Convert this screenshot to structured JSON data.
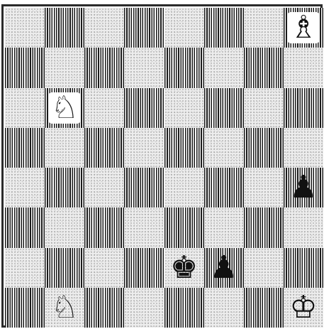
{
  "board": {
    "pieces": [
      {
        "square": "h8",
        "piece": "white-bishop",
        "glyph": "♗",
        "color": "white"
      },
      {
        "square": "b6",
        "piece": "white-knight",
        "glyph": "♘",
        "color": "white"
      },
      {
        "square": "h4",
        "piece": "black-pawn",
        "glyph": "♟",
        "color": "black"
      },
      {
        "square": "e2",
        "piece": "black-king",
        "glyph": "♚",
        "color": "black"
      },
      {
        "square": "f2",
        "piece": "black-pawn",
        "glyph": "♟",
        "color": "black"
      },
      {
        "square": "b1",
        "piece": "white-knight",
        "glyph": "♘",
        "color": "white"
      },
      {
        "square": "h1",
        "piece": "white-king",
        "glyph": "♔",
        "color": "white"
      }
    ]
  }
}
